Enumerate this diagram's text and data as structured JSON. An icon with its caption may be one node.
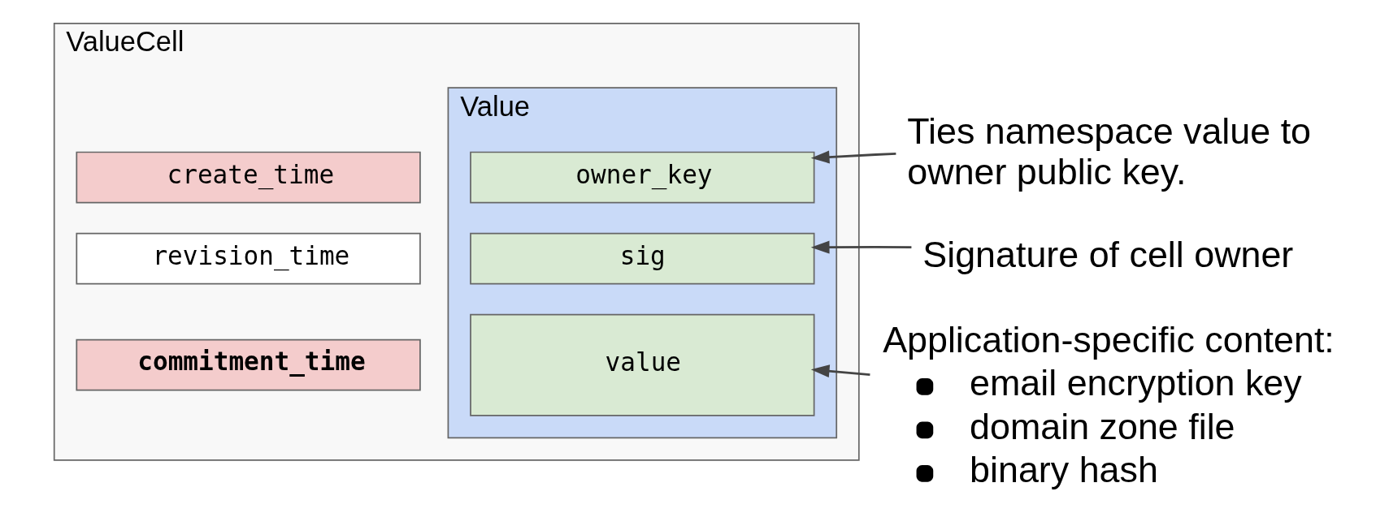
{
  "diagram": {
    "nodes": [
      {
        "text": [
          "ValueCell"
        ]
      },
      {
        "text": [
          "create_time"
        ],
        "in": 0
      },
      {
        "text": [
          "revision_time"
        ],
        "in": 0
      },
      {
        "text": [
          "commitment_time"
        ],
        "in": 0
      },
      {
        "text": [
          "Value"
        ],
        "in": 0
      },
      {
        "text": [
          "owner_key"
        ],
        "in": 4
      },
      {
        "text": [
          "sig"
        ],
        "in": 4
      },
      {
        "text": [
          "value"
        ],
        "in": 4
      },
      {
        "text": [
          "Ties namespace value to owner public key."
        ]
      },
      {
        "text": [
          "Signature of cell owner"
        ]
      },
      {
        "text": [
          "Application-specific content:",
          "email encryption key",
          "domain zone file",
          "binary hash"
        ]
      }
    ],
    "edges": [
      {
        "from": 8,
        "to": 5,
        "arrow": "to"
      },
      {
        "from": 9,
        "to": 6,
        "arrow": "to"
      },
      {
        "from": 10,
        "to": 7,
        "arrow": "to"
      }
    ]
  }
}
